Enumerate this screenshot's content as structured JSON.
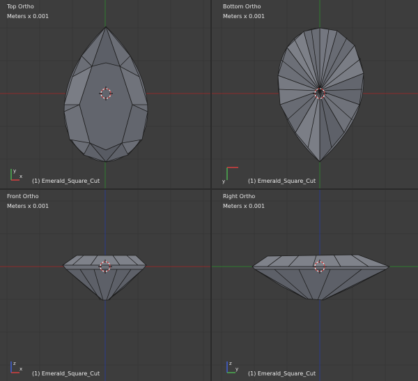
{
  "viewports": {
    "top_left": {
      "title": "Top Ortho",
      "units": "Meters x 0.001",
      "object": "(1) Emerald_Square_Cut"
    },
    "top_right": {
      "title": "Bottom Ortho",
      "units": "Meters x 0.001",
      "object": "(1) Emerald_Square_Cut"
    },
    "bottom_left": {
      "title": "Front Ortho",
      "units": "Meters x 0.001",
      "object": "(1) Emerald_Square_Cut"
    },
    "bottom_right": {
      "title": "Right Ortho",
      "units": "Meters x 0.001",
      "object": "(1) Emerald_Square_Cut"
    }
  },
  "colors": {
    "background": "#3d3d3d",
    "grid": "#373737",
    "x_axis": "#8a2a2a",
    "y_axis": "#2f7a2f",
    "z_axis": "#2b3a8a",
    "mesh_fill": "#6b6e76",
    "mesh_edge": "#1c1c1c",
    "cursor_ring": "#d64040"
  },
  "icons": [
    "3d-cursor-icon",
    "axis-gizmo-icon"
  ]
}
